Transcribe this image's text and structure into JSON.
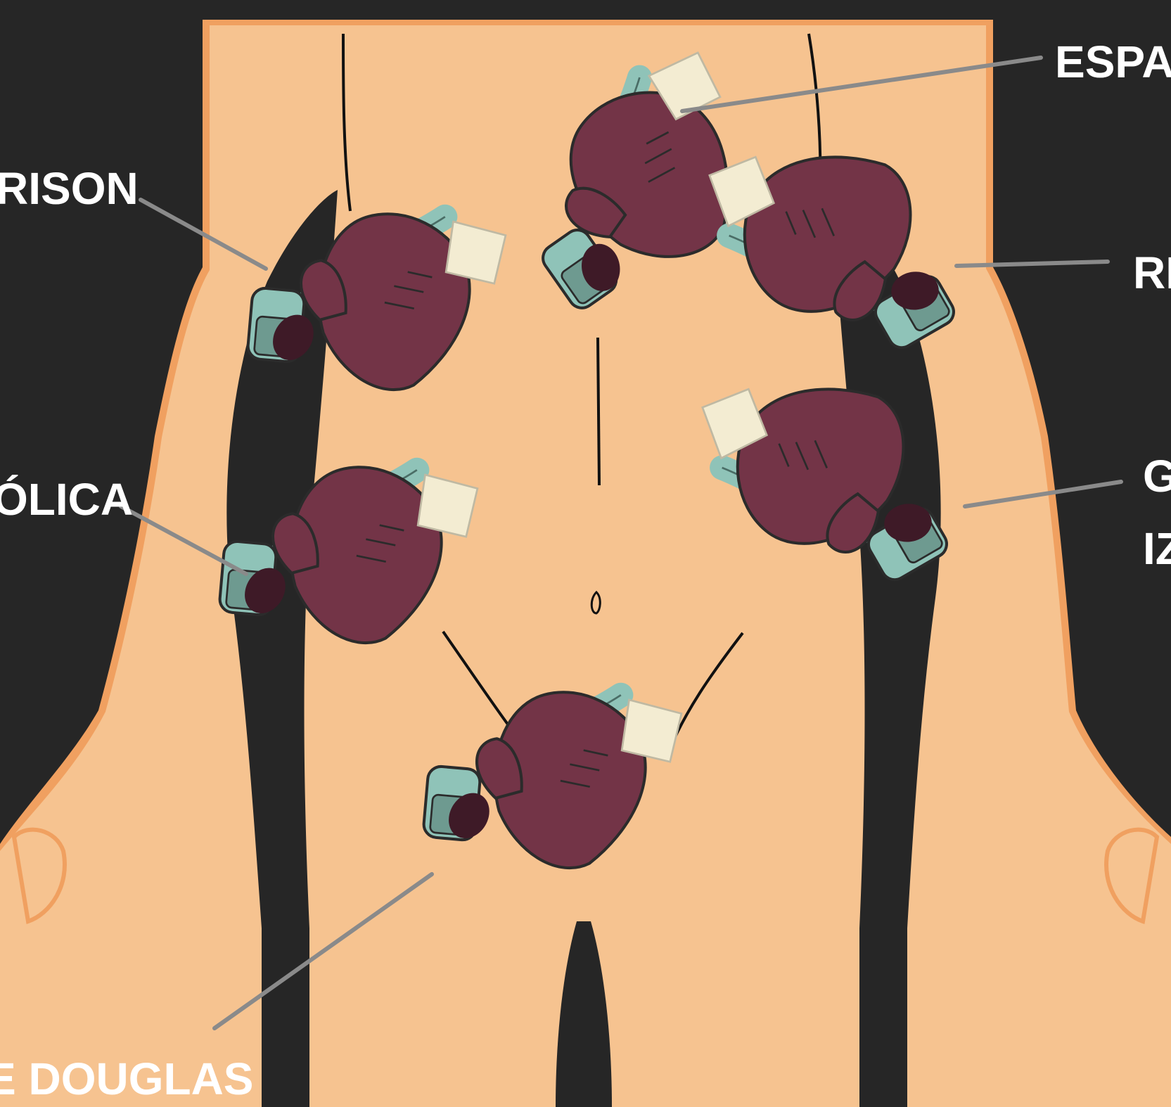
{
  "colors": {
    "background": "#262626",
    "skin": "#f6c390",
    "skin_edge": "#f0a060",
    "glove": "#733447",
    "glove_dark": "#3e1a27",
    "probe": "#8fc3b8",
    "cuff": "#f3ecd2",
    "leader_line": "#8a8a8a",
    "label_text": "#ffffff"
  },
  "labels": {
    "top_right": "ESPAC",
    "right_upper": "RI",
    "right_lower_1": "G",
    "right_lower_2": "IZ",
    "left_upper": "RISON",
    "left_middle": "ÓLICA",
    "bottom_left": "E DOUGLAS"
  },
  "figure": {
    "subject": "torso-front-view",
    "probe_positions": [
      "upper-center",
      "right-upper",
      "right-lower",
      "left-upper",
      "left-middle",
      "pelvic"
    ]
  }
}
